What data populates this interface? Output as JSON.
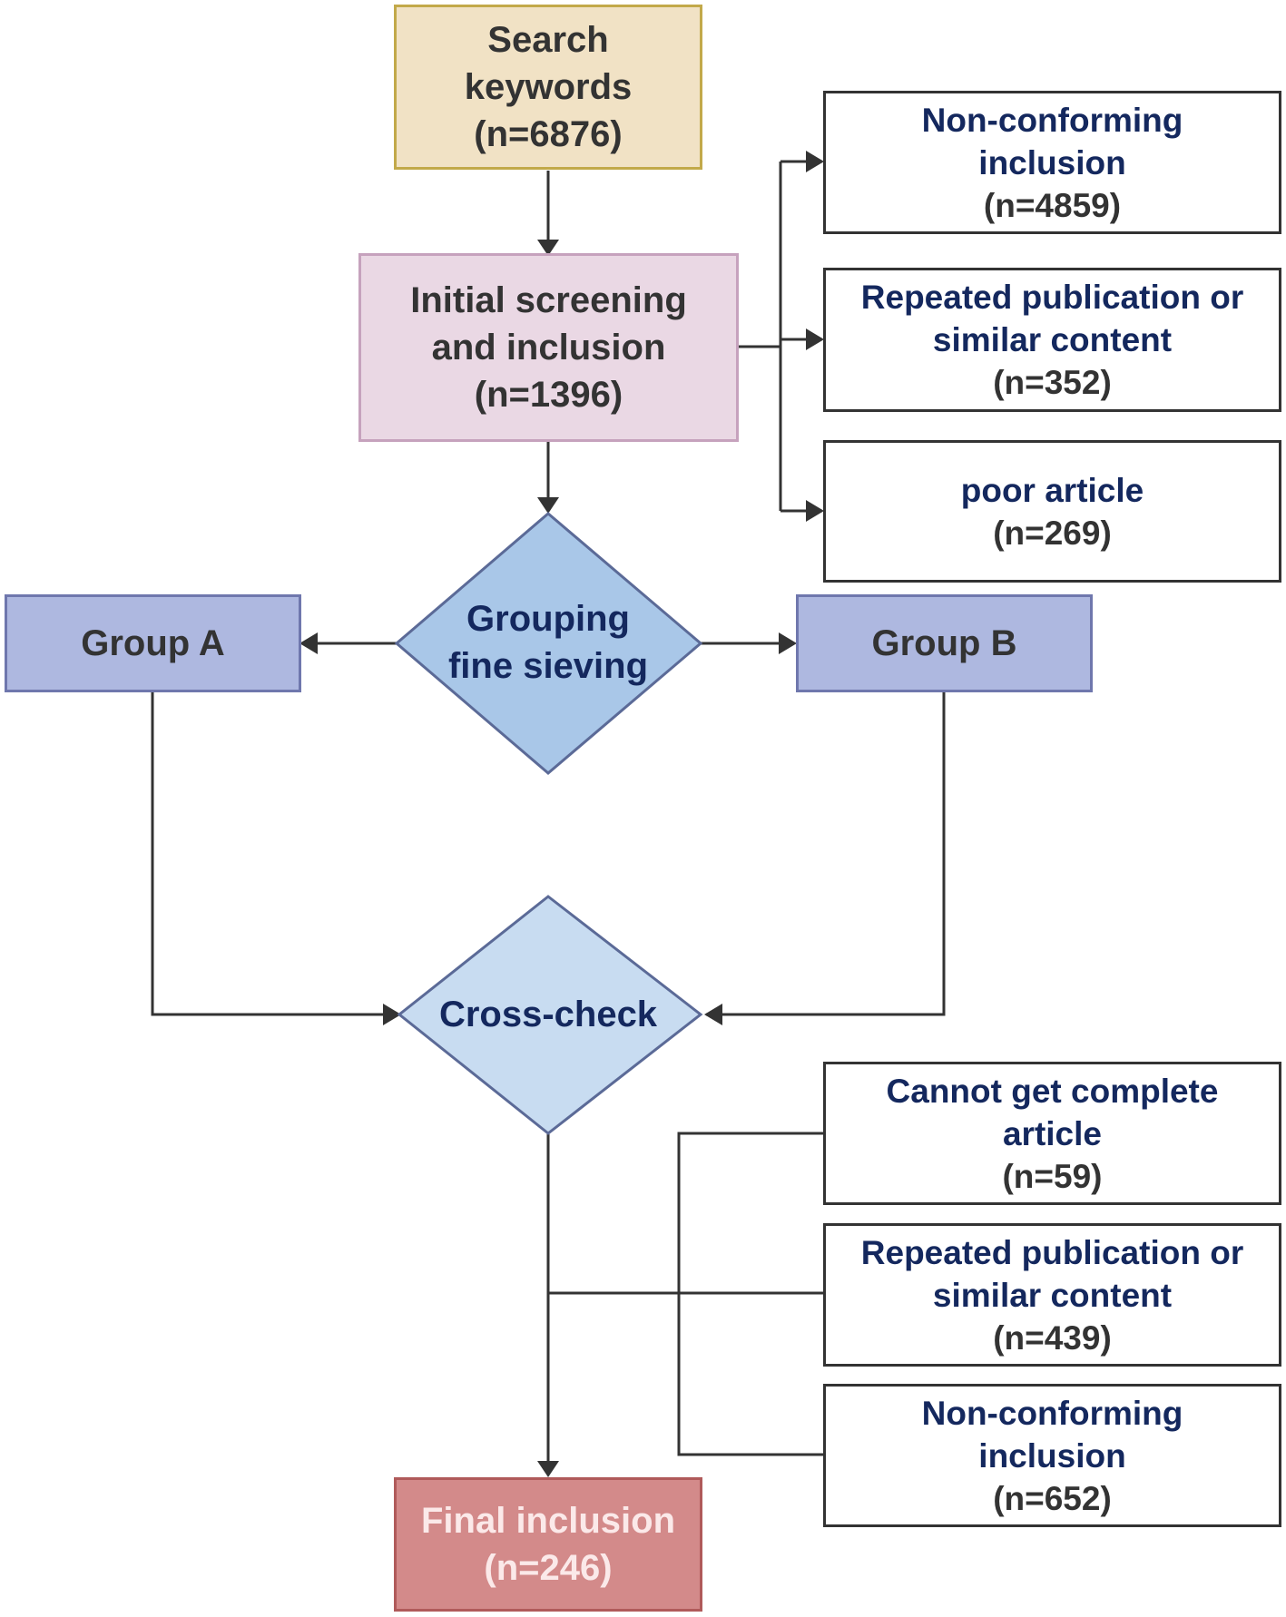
{
  "colors": {
    "search_fill": "#f1e2c5",
    "search_border": "#c2a94a",
    "initial_fill": "#ead8e4",
    "initial_border": "#c6a2bd",
    "diamond1_fill": "#a9c7e8",
    "diamond2_fill": "#c8dcf1",
    "diamond_border": "#5b6a97",
    "group_fill": "#aeb8e0",
    "group_border": "#6f77ad",
    "final_fill": "#d38a8a",
    "final_border": "#b05a5a",
    "final_text": "#fbe9e9",
    "arrow": "#333333",
    "side_title": "#14285e"
  },
  "nodes": {
    "search": {
      "line1": "Search",
      "line2": "keywords",
      "count": "(n=6876)"
    },
    "initial": {
      "line1": "Initial screening",
      "line2": "and inclusion",
      "count": "(n=1396)"
    },
    "grouping": {
      "line1": "Grouping",
      "line2": "fine sieving"
    },
    "group_a": {
      "label": "Group A"
    },
    "group_b": {
      "label": "Group B"
    },
    "crosscheck": {
      "label": "Cross-check"
    },
    "final": {
      "line1": "Final inclusion",
      "count": "(n=246)"
    }
  },
  "exclusions_stage1": [
    {
      "line1": "Non-conforming",
      "line2": "inclusion",
      "count": "(n=4859)"
    },
    {
      "line1": "Repeated publication or",
      "line2": "similar content",
      "count": "(n=352)"
    },
    {
      "line1": "poor article",
      "count": "(n=269)"
    }
  ],
  "exclusions_stage2": [
    {
      "line1": "Cannot get complete",
      "line2": "article",
      "count": "(n=59)"
    },
    {
      "line1": "Repeated publication or",
      "line2": "similar content",
      "count": "(n=439)"
    },
    {
      "line1": "Non-conforming",
      "line2": "inclusion",
      "count": "(n=652)"
    }
  ]
}
